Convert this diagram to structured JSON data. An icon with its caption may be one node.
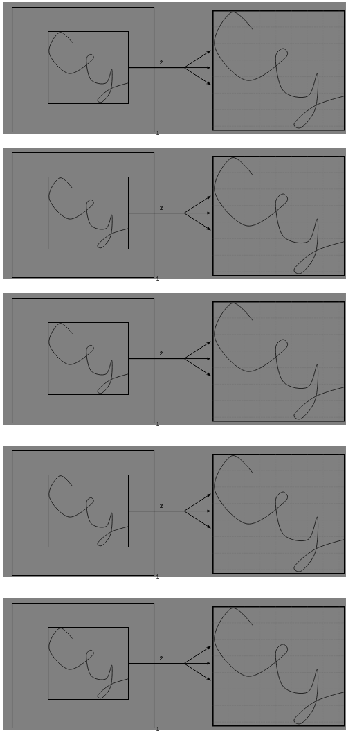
{
  "diagram": {
    "nodes": [
      {
        "text": [],
        "shape": "box"
      },
      {
        "text": [],
        "shape": "box",
        "in": 0
      },
      {
        "text": [],
        "shape": "box"
      },
      {
        "text": [],
        "shape": "box"
      },
      {
        "text": [],
        "shape": "box",
        "in": 3
      },
      {
        "text": [],
        "shape": "box"
      },
      {
        "text": [],
        "shape": "box"
      },
      {
        "text": [],
        "shape": "box",
        "in": 6
      },
      {
        "text": [],
        "shape": "box"
      },
      {
        "text": [],
        "shape": "box"
      },
      {
        "text": [],
        "shape": "box",
        "in": 9
      },
      {
        "text": [],
        "shape": "box"
      },
      {
        "text": [],
        "shape": "box"
      },
      {
        "text": [],
        "shape": "box",
        "in": 12
      },
      {
        "text": [],
        "shape": "box"
      }
    ],
    "edges": [
      {
        "from": 1,
        "to": 2,
        "arrow": "to"
      },
      {
        "from": 1,
        "to": 2,
        "arrow": "to"
      },
      {
        "from": 1,
        "to": 2,
        "arrow": "to"
      },
      {
        "from": 4,
        "to": 5,
        "arrow": "to"
      },
      {
        "from": 4,
        "to": 5,
        "arrow": "to"
      },
      {
        "from": 4,
        "to": 5,
        "arrow": "to"
      },
      {
        "from": 7,
        "to": 8,
        "arrow": "to"
      },
      {
        "from": 7,
        "to": 8,
        "arrow": "to"
      },
      {
        "from": 7,
        "to": 8,
        "arrow": "to"
      },
      {
        "from": 10,
        "to": 11,
        "arrow": "to"
      },
      {
        "from": 10,
        "to": 11,
        "arrow": "to"
      },
      {
        "from": 10,
        "to": 11,
        "arrow": "to"
      },
      {
        "from": 13,
        "to": 14,
        "arrow": "to"
      },
      {
        "from": 13,
        "to": 14,
        "arrow": "to"
      },
      {
        "from": 13,
        "to": 14,
        "arrow": "to"
      }
    ],
    "labels": [
      "2",
      "1",
      "2",
      "1",
      "2",
      "1",
      "2",
      "1",
      "2",
      "1"
    ]
  }
}
